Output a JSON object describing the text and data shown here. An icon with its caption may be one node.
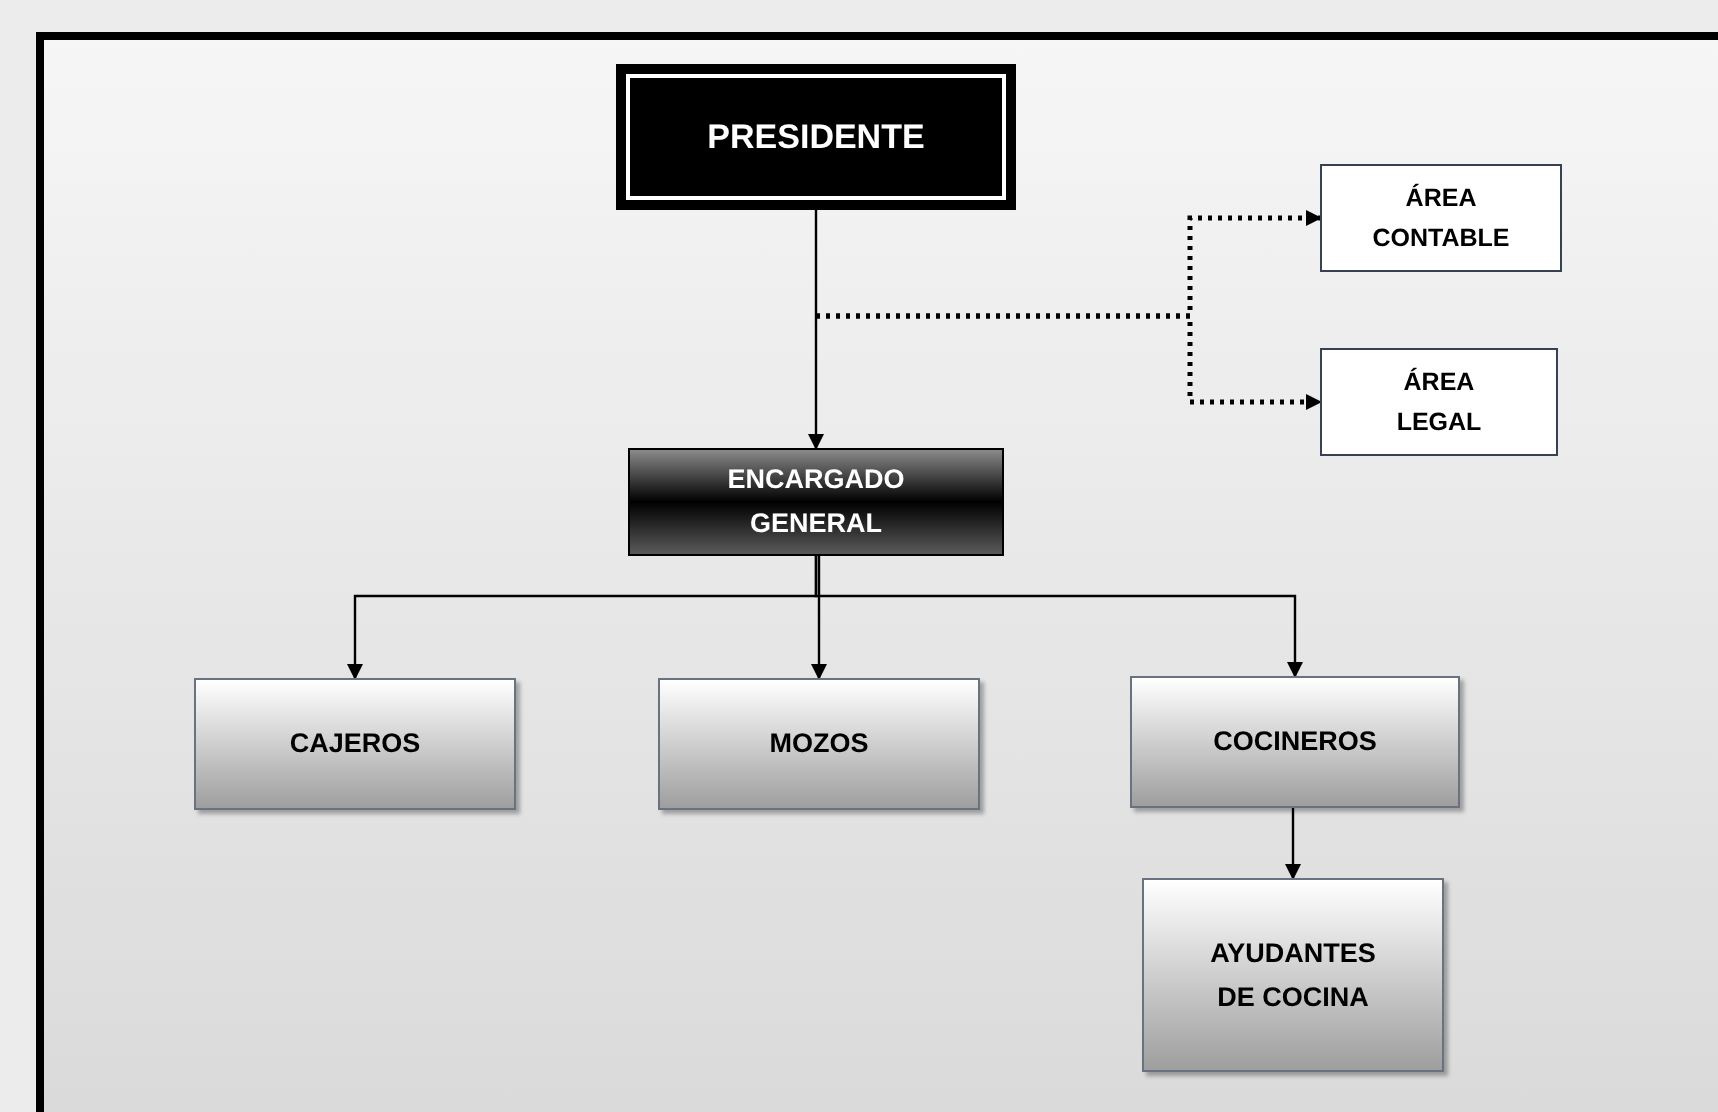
{
  "diagram": {
    "nodes": [
      {
        "text": [
          "PRESIDENTE"
        ]
      },
      {
        "text": [
          "ÁREA CONTABLE"
        ]
      },
      {
        "text": [
          "ÁREA LEGAL"
        ]
      },
      {
        "text": [
          "ENCARGADO GENERAL"
        ]
      },
      {
        "text": [
          "CAJEROS"
        ]
      },
      {
        "text": [
          "MOZOS"
        ]
      },
      {
        "text": [
          "COCINEROS"
        ]
      },
      {
        "text": [
          "AYUDANTES DE COCINA"
        ]
      }
    ],
    "edges": [
      {
        "from": 0,
        "to": 3,
        "arrow": "to"
      },
      {
        "from": 0,
        "to": 1,
        "arrow": "to",
        "style": "dashed"
      },
      {
        "from": 0,
        "to": 2,
        "arrow": "to",
        "style": "dashed"
      },
      {
        "from": 3,
        "to": 4,
        "arrow": "to"
      },
      {
        "from": 3,
        "to": 5,
        "arrow": "to"
      },
      {
        "from": 3,
        "to": 6,
        "arrow": "to"
      },
      {
        "from": 6,
        "to": 7,
        "arrow": "to"
      }
    ]
  }
}
